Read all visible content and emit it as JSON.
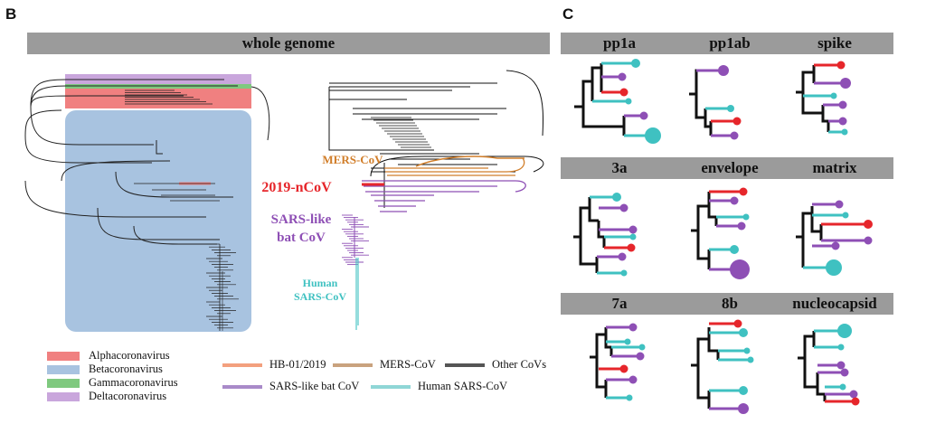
{
  "panels": {
    "b": {
      "letter": "B",
      "header": "whole genome",
      "labels": {
        "mers": "MERS-CoV",
        "ncov": "2019-nCoV",
        "sars_like_line1": "SARS-like",
        "sars_like_line2": "bat CoV",
        "human_line1": "Human",
        "human_line2": "SARS-CoV"
      },
      "genus_legend": [
        {
          "label": "Alphacoronavirus",
          "color": "#f08080"
        },
        {
          "label": "Betacoronavirus",
          "color": "#a8c3e0"
        },
        {
          "label": "Gammacoronavirus",
          "color": "#7fc97f"
        },
        {
          "label": "Deltacoronavirus",
          "color": "#c9a6dc"
        }
      ],
      "lineage_legend": [
        {
          "label": "HB-01/2019",
          "color": "#f3a07e"
        },
        {
          "label": "MERS-CoV",
          "color": "#c9a27e"
        },
        {
          "label": "Other CoVs",
          "color": "#555555"
        },
        {
          "label": "SARS-like bat CoV",
          "color": "#a98ac9"
        },
        {
          "label": "Human SARS-CoV",
          "color": "#8fd6d6"
        }
      ]
    },
    "c": {
      "letter": "C",
      "rows": [
        [
          "pp1a",
          "pp1ab",
          "spike"
        ],
        [
          "3a",
          "envelope",
          "matrix"
        ],
        [
          "7a",
          "8b",
          "nucleocapsid"
        ]
      ]
    }
  },
  "colors": {
    "teal": "#3fc1c1",
    "purple": "#8e4fb5",
    "red": "#e6262b",
    "orange": "#d17e2a",
    "black": "#111111",
    "header_bg": "#9b9b9b"
  }
}
